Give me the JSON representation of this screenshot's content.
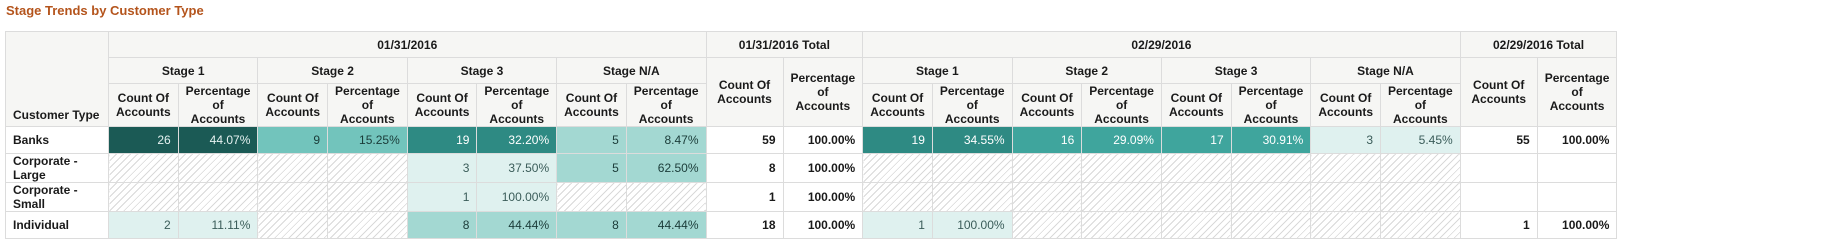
{
  "title": "Stage Trends by Customer Type",
  "row_header_label": "Customer Type",
  "dates": [
    {
      "label": "01/31/2016",
      "total_label": "01/31/2016 Total"
    },
    {
      "label": "02/29/2016",
      "total_label": "02/29/2016 Total"
    }
  ],
  "stages": [
    "Stage 1",
    "Stage 2",
    "Stage 3",
    "Stage N/A"
  ],
  "measures": {
    "count": "Count Of Accounts",
    "pct": "Percentage of Accounts"
  },
  "colors": {
    "c0": "#1b5a55",
    "c1": "#2e8a83",
    "c2": "#3fa59d",
    "c3": "#72c4bc",
    "c4": "#a3d8d2",
    "c5": "#dff1ef",
    "title": "#b4541c"
  },
  "rows": [
    {
      "label": "Banks",
      "periods": [
        {
          "cells": [
            {
              "count": "26",
              "pct": "44.07%",
              "shade": "c0"
            },
            {
              "count": "9",
              "pct": "15.25%",
              "shade": "c3"
            },
            {
              "count": "19",
              "pct": "32.20%",
              "shade": "c1"
            },
            {
              "count": "5",
              "pct": "8.47%",
              "shade": "c4"
            }
          ],
          "total_count": "59",
          "total_pct": "100.00%"
        },
        {
          "cells": [
            {
              "count": "19",
              "pct": "34.55%",
              "shade": "c1"
            },
            {
              "count": "16",
              "pct": "29.09%",
              "shade": "c2"
            },
            {
              "count": "17",
              "pct": "30.91%",
              "shade": "c2"
            },
            {
              "count": "3",
              "pct": "5.45%",
              "shade": "c5"
            }
          ],
          "total_count": "55",
          "total_pct": "100.00%"
        }
      ]
    },
    {
      "label": "Corporate - Large",
      "periods": [
        {
          "cells": [
            null,
            null,
            {
              "count": "3",
              "pct": "37.50%",
              "shade": "c5"
            },
            {
              "count": "5",
              "pct": "62.50%",
              "shade": "c4"
            }
          ],
          "total_count": "8",
          "total_pct": "100.00%"
        },
        {
          "cells": [
            null,
            null,
            null,
            null
          ],
          "total_count": "",
          "total_pct": ""
        }
      ]
    },
    {
      "label": "Corporate - Small",
      "periods": [
        {
          "cells": [
            null,
            null,
            {
              "count": "1",
              "pct": "100.00%",
              "shade": "c5"
            },
            null
          ],
          "total_count": "1",
          "total_pct": "100.00%"
        },
        {
          "cells": [
            null,
            null,
            null,
            null
          ],
          "total_count": "",
          "total_pct": ""
        }
      ]
    },
    {
      "label": "Individual",
      "periods": [
        {
          "cells": [
            {
              "count": "2",
              "pct": "11.11%",
              "shade": "c5"
            },
            null,
            {
              "count": "8",
              "pct": "44.44%",
              "shade": "c4"
            },
            {
              "count": "8",
              "pct": "44.44%",
              "shade": "c4"
            }
          ],
          "total_count": "18",
          "total_pct": "100.00%"
        },
        {
          "cells": [
            {
              "count": "1",
              "pct": "100.00%",
              "shade": "c5"
            },
            null,
            null,
            null
          ],
          "total_count": "1",
          "total_pct": "100.00%"
        }
      ]
    }
  ]
}
